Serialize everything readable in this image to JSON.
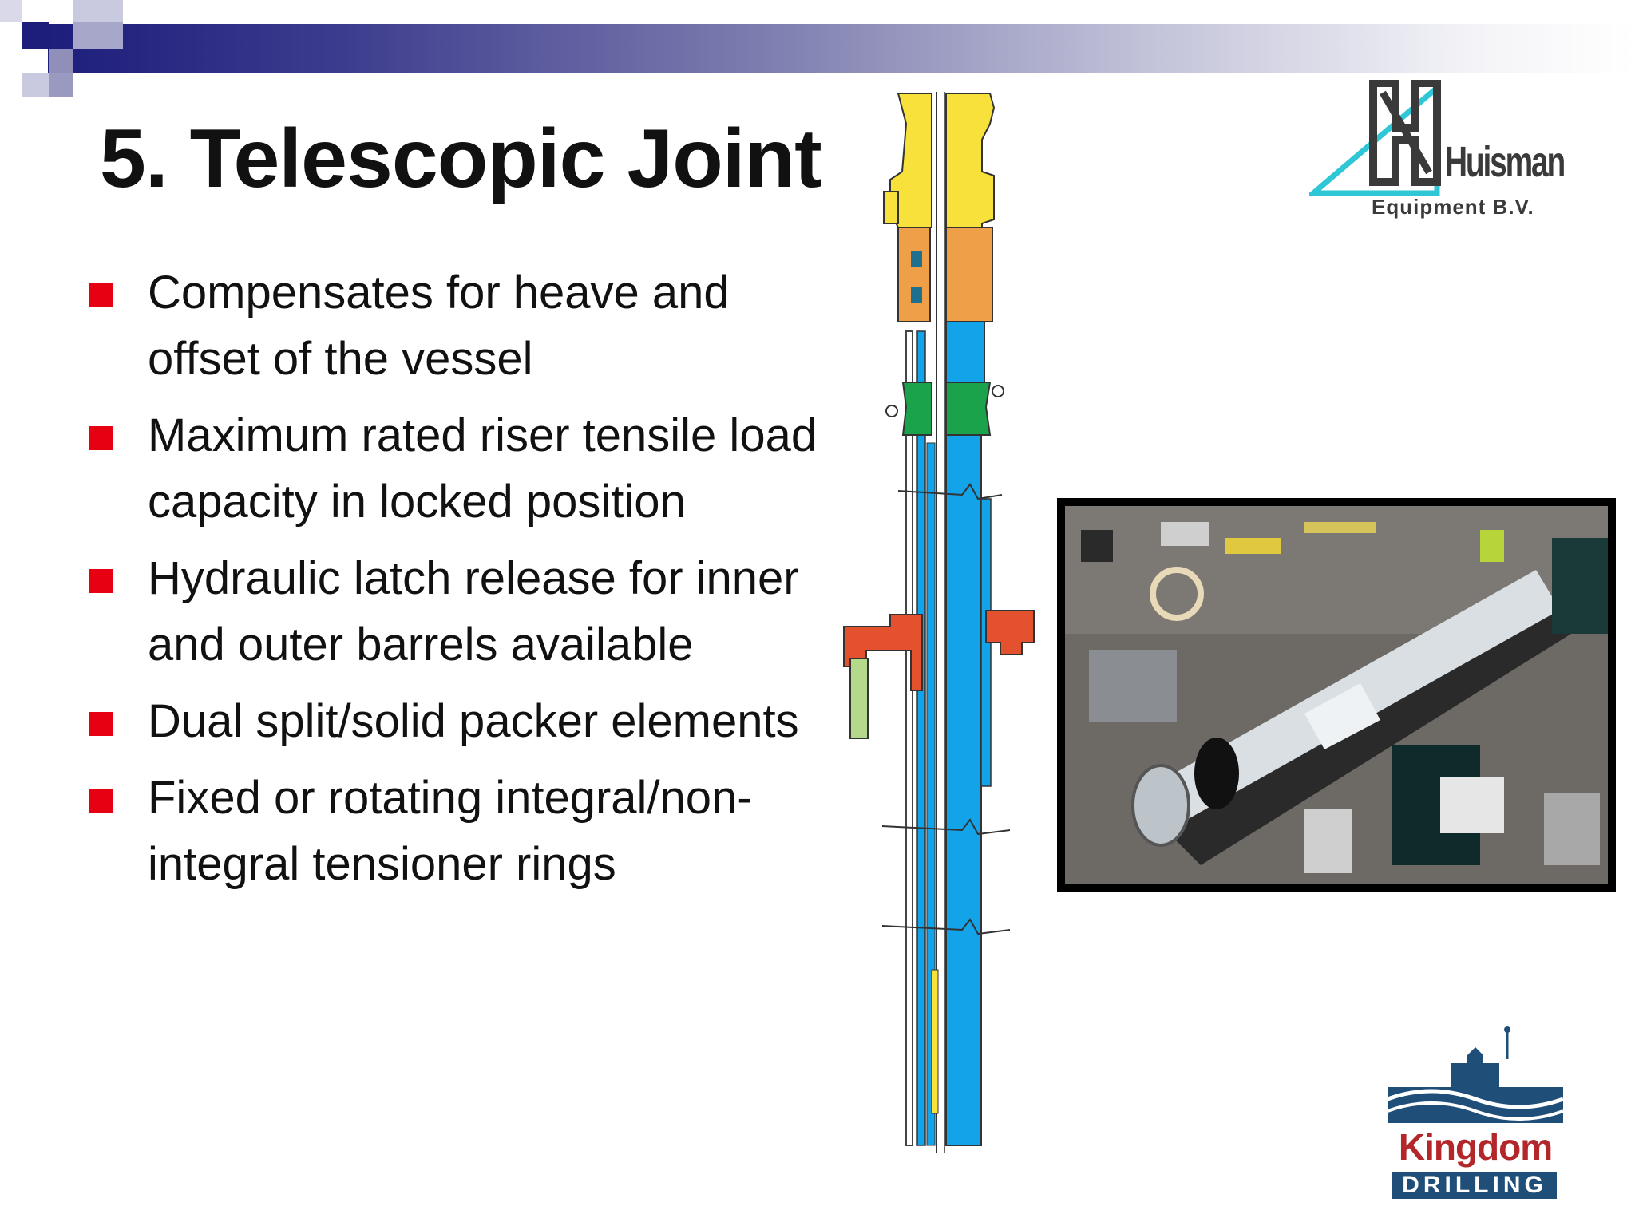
{
  "slide": {
    "title": "5. Telescopic Joint",
    "bullets": [
      "Compensates for heave and offset of the vessel",
      "Maximum rated riser tensile load capacity in locked position",
      "Hydraulic latch release for inner and outer barrels available",
      "Dual split/solid packer elements",
      "Fixed or rotating integral/non-integral tensioner rings"
    ]
  },
  "logos": {
    "huisman": {
      "name": "Huisman",
      "subtitle": "Equipment B.V."
    },
    "kingdom": {
      "name": "Kingdom",
      "subtitle": "DRILLING"
    }
  },
  "icons": {
    "bullet": "red-square-bullet-icon",
    "huisman": "huisman-logo-icon",
    "kingdom": "kingdom-drilling-logo-icon"
  },
  "colors": {
    "bullet": "#e60012",
    "header_gradient_start": "#1d1d7c",
    "diagram_blue": "#12a3e8",
    "diagram_yellow": "#f7e13a",
    "diagram_orange": "#ef9f48",
    "diagram_green": "#1aa34a",
    "diagram_red": "#e4512e",
    "huisman_teal": "#2fc6d6",
    "kingdom_red": "#b3262a",
    "kingdom_navy": "#1f4f78"
  }
}
